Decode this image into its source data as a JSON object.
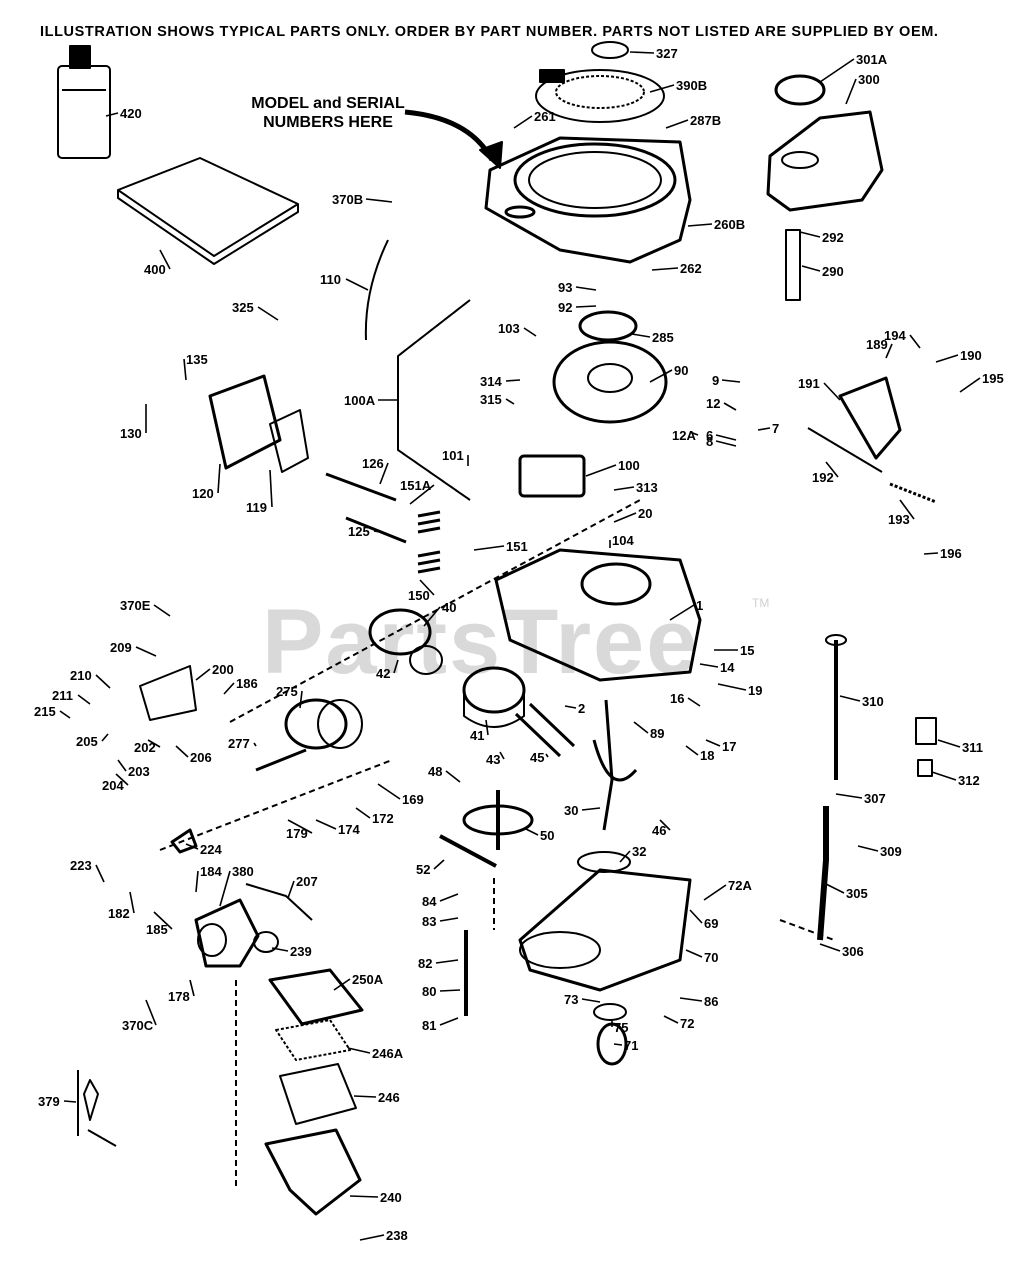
{
  "header": "ILLUSTRATION SHOWS TYPICAL PARTS ONLY. ORDER BY PART NUMBER. PARTS NOT LISTED ARE SUPPLIED BY OEM.",
  "callout": {
    "line1": "MODEL and SERIAL",
    "line2": "NUMBERS HERE"
  },
  "watermark": "PartsTree",
  "trademark": "TM",
  "parts": [
    "1",
    "2",
    "6",
    "7",
    "8",
    "9",
    "12",
    "12A",
    "14",
    "15",
    "16",
    "17",
    "18",
    "19",
    "20",
    "30",
    "32",
    "40",
    "41",
    "42",
    "43",
    "45",
    "46",
    "48",
    "50",
    "52",
    "69",
    "70",
    "71",
    "72",
    "72A",
    "73",
    "75",
    "80",
    "81",
    "82",
    "83",
    "84",
    "86",
    "89",
    "90",
    "92",
    "93",
    "100",
    "100A",
    "101",
    "103",
    "104",
    "110",
    "119",
    "120",
    "125",
    "126",
    "130",
    "135",
    "150",
    "151",
    "151A",
    "169",
    "172",
    "174",
    "178",
    "179",
    "182",
    "184",
    "185",
    "186",
    "189",
    "190",
    "191",
    "192",
    "193",
    "194",
    "195",
    "196",
    "200",
    "202",
    "203",
    "204",
    "205",
    "206",
    "207",
    "209",
    "210",
    "211",
    "215",
    "223",
    "224",
    "238",
    "239",
    "240",
    "246",
    "246A",
    "250A",
    "260B",
    "261",
    "262",
    "275",
    "277",
    "285",
    "287B",
    "290",
    "292",
    "300",
    "301A",
    "305",
    "306",
    "307",
    "309",
    "310",
    "311",
    "312",
    "313",
    "314",
    "315",
    "325",
    "327",
    "370B",
    "370C",
    "370E",
    "379",
    "380",
    "390B",
    "400",
    "420"
  ]
}
